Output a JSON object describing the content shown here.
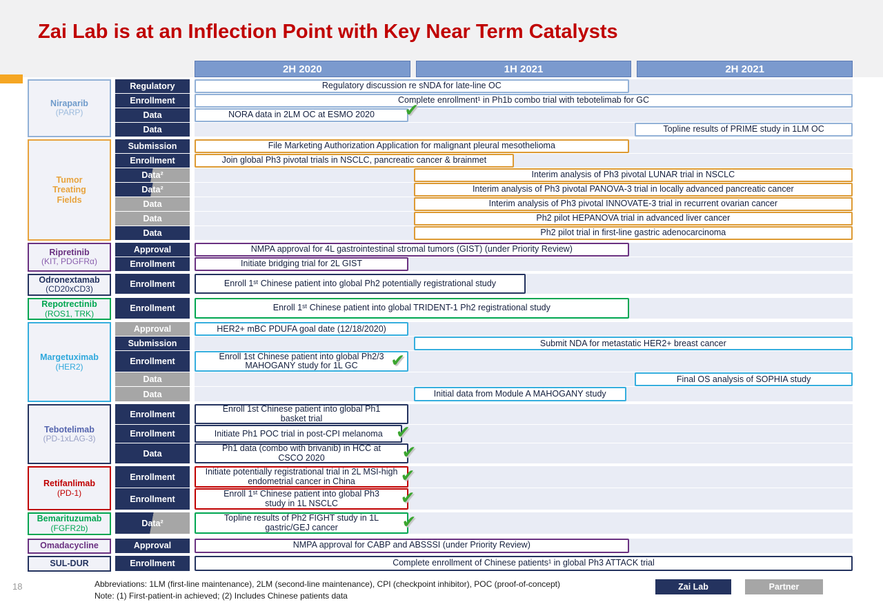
{
  "slide": {
    "title": "Zai Lab is at an Inflection Point with Key Near Term Catalysts",
    "page_number": "18"
  },
  "timeline_headers": [
    {
      "label": "2H 2020"
    },
    {
      "label": "1H 2021"
    },
    {
      "label": "2H 2021"
    }
  ],
  "icons": {
    "check": "✔"
  },
  "colors": {
    "title_red": "#c00000",
    "header_blue": "#7b9ace",
    "navy": "#24335f",
    "gray": "#a6a6a6",
    "steel_blue": "#92b1d7",
    "orange": "#dd9a33",
    "purple": "#6a3181",
    "green": "#00a651",
    "cyan": "#35aede",
    "red": "#c00000",
    "check_green": "#3aa52f",
    "timeline_bg": "#e9ecf5",
    "accent_orange": "#f5a623"
  },
  "groups": [
    {
      "name": "Niraparib",
      "subtitle": "(PARP)",
      "rows": [
        {
          "label": "Regulatory",
          "bar": "Regulatory discussion re sNDA for late-line OC"
        },
        {
          "label": "Enrollment",
          "bar": "Complete enrollment¹ in Ph1b combo trial with tebotelimab for GC"
        },
        {
          "label": "Data",
          "bar": "NORA data in 2LM OC at ESMO 2020",
          "check": true
        },
        {
          "label": "Data",
          "bar": "Topline results of PRIME study in 1LM OC"
        }
      ]
    },
    {
      "name": "Tumor Treating Fields",
      "subtitle": "",
      "rows": [
        {
          "label": "Submission",
          "bar": "File Marketing Authorization Application for malignant pleural mesothelioma"
        },
        {
          "label": "Enrollment",
          "bar": "Join global Ph3 pivotal trials in NSCLC, pancreatic cancer & brainmet"
        },
        {
          "label": "Data²",
          "bar": "Interim analysis of Ph3 pivotal LUNAR trial in NSCLC"
        },
        {
          "label": "Data²",
          "bar": "Interim analysis of Ph3 pivotal PANOVA-3 trial in locally advanced pancreatic cancer"
        },
        {
          "label": "Data",
          "bar": "Interim analysis of Ph3 pivotal INNOVATE-3 trial in recurrent ovarian cancer"
        },
        {
          "label": "Data",
          "bar": "Ph2 pilot HEPANOVA trial in advanced liver cancer"
        },
        {
          "label": "Data",
          "bar": "Ph2 pilot trial in first-line gastric adenocarcinoma"
        }
      ]
    },
    {
      "name": "Ripretinib",
      "subtitle": "(KIT, PDGFRα)",
      "rows": [
        {
          "label": "Approval",
          "bar": "NMPA approval for 4L gastrointestinal stromal tumors (GIST) (under Priority Review)"
        },
        {
          "label": "Enrollment",
          "bar": "Initiate bridging trial for 2L GIST"
        }
      ]
    },
    {
      "name": "Odronextamab",
      "subtitle": "(CD20xCD3)",
      "rows": [
        {
          "label": "Enrollment",
          "bar": "Enroll 1ˢᵗ Chinese patient into global Ph2 potentially registrational study"
        }
      ]
    },
    {
      "name": "Repotrectinib",
      "subtitle": "(ROS1, TRK)",
      "rows": [
        {
          "label": "Enrollment",
          "bar": "Enroll 1ˢᵗ Chinese patient into global TRIDENT-1 Ph2 registrational study"
        }
      ]
    },
    {
      "name": "Margetuximab",
      "subtitle": "(HER2)",
      "rows": [
        {
          "label": "Approval",
          "bar": "HER2+ mBC PDUFA goal date (12/18/2020)"
        },
        {
          "label": "Submission",
          "bar": "Submit NDA for metastatic HER2+ breast cancer"
        },
        {
          "label": "Enrollment",
          "bar": "Enroll 1st Chinese patient into global Ph2/3 MAHOGANY study for 1L GC",
          "check": true
        },
        {
          "label": "Data",
          "bar": "Final OS analysis of SOPHIA study"
        },
        {
          "label": "Data",
          "bar": "Initial data from Module A MAHOGANY study"
        }
      ]
    },
    {
      "name": "Tebotelimab",
      "subtitle": "(PD-1xLAG-3)",
      "rows": [
        {
          "label": "Enrollment",
          "bar": "Enroll 1st Chinese patient into global Ph1 basket trial"
        },
        {
          "label": "Enrollment",
          "bar": "Initiate Ph1 POC trial in post-CPI melanoma",
          "check": true
        },
        {
          "label": "Data",
          "bar": "Ph1 data (combo with brivanib) in HCC at CSCO 2020",
          "check": true
        }
      ]
    },
    {
      "name": "Retifanlimab",
      "subtitle": "(PD-1)",
      "rows": [
        {
          "label": "Enrollment",
          "bar": "Initiate potentially registrational trial in 2L MSI-high endometrial cancer in China",
          "check": true
        },
        {
          "label": "Enrollment",
          "bar": "Enroll 1ˢᵗ Chinese patient into global Ph3 study in 1L NSCLC",
          "check": true
        }
      ]
    },
    {
      "name": "Bemarituzumab",
      "subtitle": "(FGFR2b)",
      "rows": [
        {
          "label": "Data²",
          "bar": "Topline results of Ph2 FIGHT study in 1L gastric/GEJ cancer",
          "check": true
        }
      ]
    },
    {
      "name": "Omadacycline",
      "subtitle": "",
      "rows": [
        {
          "label": "Approval",
          "bar": "NMPA approval for CABP and ABSSSI (under Priority Review)"
        }
      ]
    },
    {
      "name": "SUL-DUR",
      "subtitle": "",
      "rows": [
        {
          "label": "Enrollment",
          "bar": "Complete enrollment of Chinese patients¹ in global Ph3 ATTACK trial"
        }
      ]
    }
  ],
  "footer": {
    "abbreviations": "Abbreviations: 1LM (first-line maintenance), 2LM (second-line maintenance), CPI (checkpoint inhibitor), POC (proof-of-concept)",
    "note": "Note: (1) First-patient-in achieved; (2) Includes Chinese patients data",
    "legend_zai": "Zai Lab",
    "legend_partner": "Partner"
  }
}
